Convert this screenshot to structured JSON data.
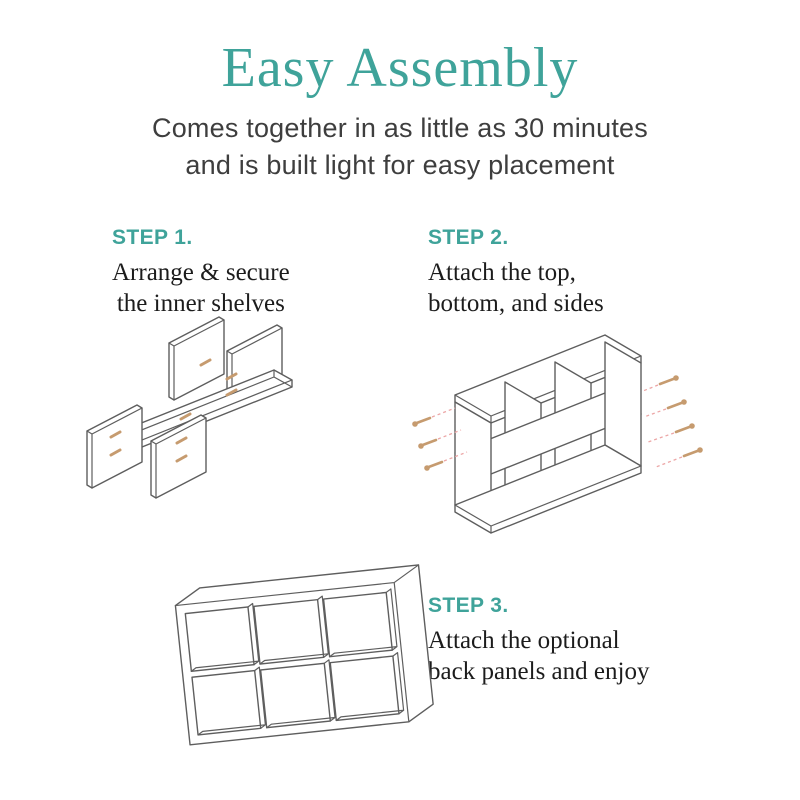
{
  "header": {
    "title": "Easy Assembly",
    "subtitle_line1": "Comes together in as little as 30 minutes",
    "subtitle_line2": "and is built light for easy placement"
  },
  "steps": [
    {
      "label": "STEP 1.",
      "desc_line1": "Arrange & secure",
      "desc_line2": "the inner shelves",
      "diagram": "loose-panels-with-dowels"
    },
    {
      "label": "STEP 2.",
      "desc_line1": "Attach the top,",
      "desc_line2": "bottom, and sides",
      "diagram": "frame-assembly-with-screws"
    },
    {
      "label": "STEP 3.",
      "desc_line1": "Attach the optional",
      "desc_line2": "back panels and enjoy",
      "diagram": "finished-six-cube-organizer"
    }
  ],
  "colors": {
    "accent_teal": "#3FA39A",
    "body_text": "#3E3E3E",
    "serif_text": "#1C1C1C",
    "line_art": "#5E5E5E",
    "dowel_tan": "#C69B6F",
    "screw_guide_pink": "#ECA6A6"
  }
}
